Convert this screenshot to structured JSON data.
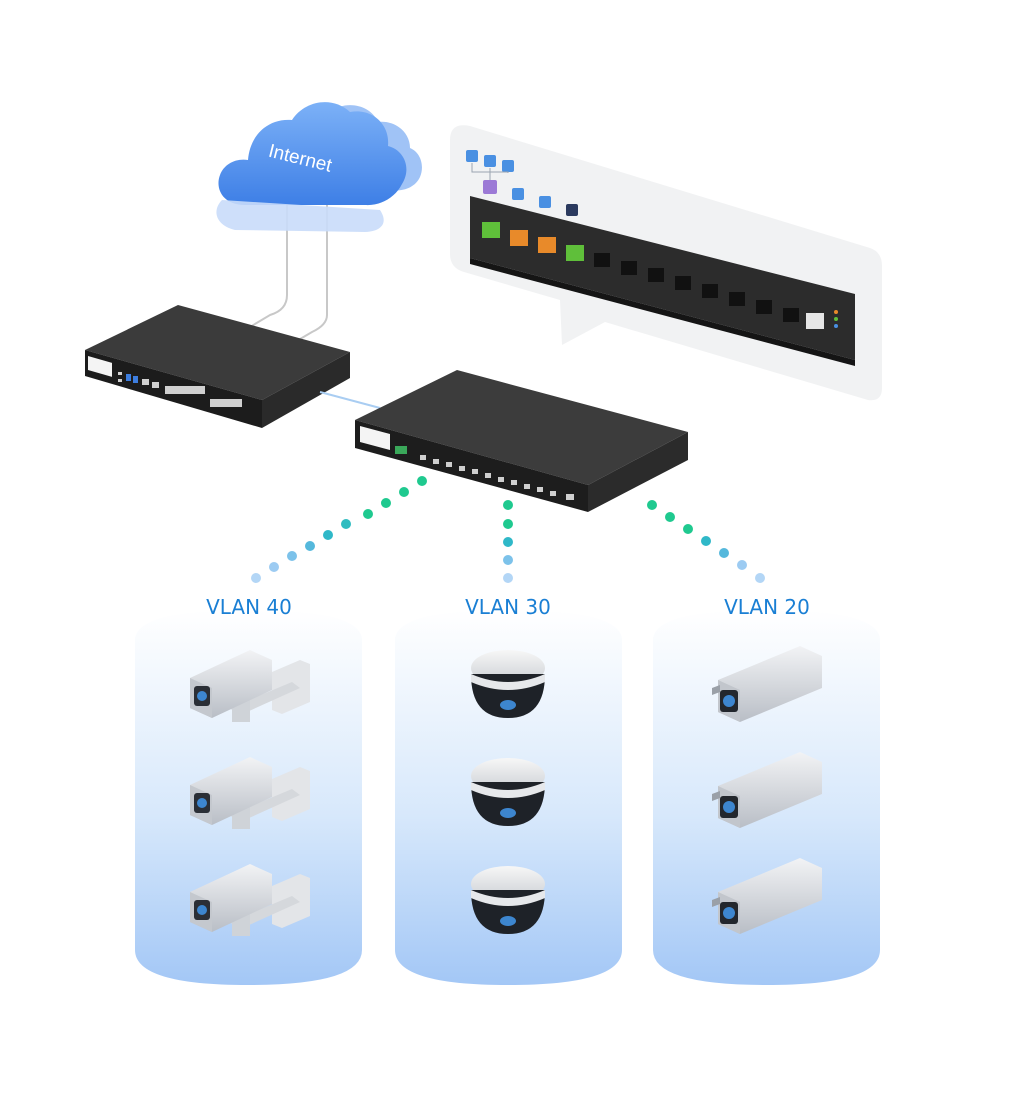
{
  "cloud": {
    "label": "Internet"
  },
  "vlans": [
    {
      "label": "VLAN 40",
      "camera_type": "bullet-bracket-camera",
      "camera_count": 3
    },
    {
      "label": "VLAN 30",
      "camera_type": "dome-camera",
      "camera_count": 3
    },
    {
      "label": "VLAN 20",
      "camera_type": "box-camera",
      "camera_count": 3
    }
  ],
  "colors": {
    "vlan_label": "#1a7fd4",
    "cloud": "#4f8ff0",
    "device_top": "#3a3a3a",
    "device_front": "#1e1e1e",
    "dot_green": "#1fc98f",
    "dot_teal": "#2fb8c8",
    "dot_light": "#9ccbf2",
    "port_green": "#5fbf3a",
    "port_orange": "#e88a2a",
    "port_blue_icon": "#4a90e2",
    "port_purple_icon": "#9c7ad6",
    "port_navy_icon": "#2b3a5e",
    "column_top": "#ffffff",
    "column_bottom": "#a9cbf7"
  }
}
